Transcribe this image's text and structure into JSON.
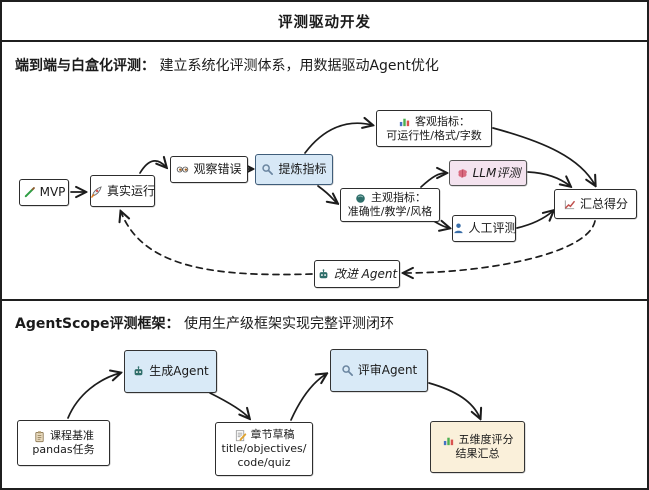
{
  "title": "评测驱动开发",
  "section1": {
    "heading_bold": "端到端与白盒化评测：",
    "heading_rest": " 建立系统化评测体系，用数据驱动Agent优化",
    "nodes": {
      "mvp": {
        "label": "MVP",
        "icon": "pencil-icon"
      },
      "real_run": {
        "label": "真实运行",
        "icon": "rocket-icon"
      },
      "observe_errors": {
        "label": "观察错误",
        "icon": "eyes-icon"
      },
      "refine_metrics": {
        "label": "提炼指标",
        "icon": "magnifier-icon"
      },
      "objective_metrics": {
        "line1": "客观指标：",
        "line2": "可运行性/格式/字数",
        "icon": "bar-chart-icon"
      },
      "subjective_metrics": {
        "line1": "主观指标：",
        "line2": "准确性/教学/风格",
        "icon": "mind-icon"
      },
      "llm_eval": {
        "label": "LLM评测",
        "icon": "brain-icon"
      },
      "human_eval": {
        "label": "人工评测",
        "icon": "person-icon"
      },
      "aggregate_score": {
        "label": "汇总得分",
        "icon": "chart-increasing-icon"
      },
      "improve_agent": {
        "label": "改进 Agent",
        "icon": "robot-icon"
      }
    }
  },
  "section2": {
    "heading_bold": "AgentScope评测框架：",
    "heading_rest": " 使用生产级框架实现完整评测闭环",
    "nodes": {
      "course_benchmark": {
        "line1": "课程基准",
        "line2": "pandas任务",
        "icon": "clipboard-icon"
      },
      "gen_agent": {
        "label": "生成Agent",
        "icon": "robot-icon"
      },
      "chapter_draft": {
        "line1": "章节草稿",
        "line2": "title/objectives/",
        "line3": "code/quiz",
        "icon": "memo-icon"
      },
      "review_agent": {
        "label": "评审Agent",
        "icon": "magnifier-icon"
      },
      "five_dim": {
        "line1": "五维度评分",
        "line2": "结果汇总",
        "icon": "bar-chart-icon"
      }
    }
  },
  "colors": {
    "node_blue": "#d7e8f6",
    "node_pink": "#f4e3ef",
    "node_cream": "#faf0da",
    "stroke": "#1c1c1c",
    "border": "#1f1f1f"
  }
}
